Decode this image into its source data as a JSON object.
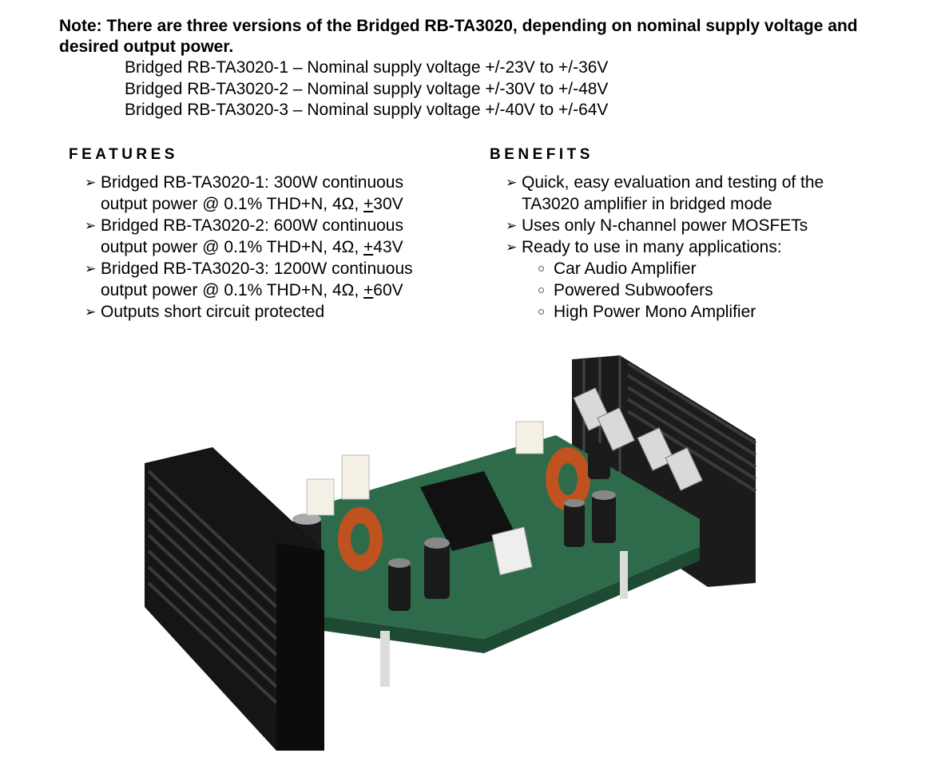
{
  "note": {
    "text": "Note:  There are three versions of the Bridged RB-TA3020, depending on nominal supply voltage and desired output power."
  },
  "versions": [
    "Bridged RB-TA3020-1 – Nominal supply voltage +/-23V to +/-36V",
    "Bridged RB-TA3020-2 – Nominal supply voltage +/-30V to +/-48V",
    "Bridged RB-TA3020-3 – Nominal supply voltage +/-40V to +/-64V"
  ],
  "features": {
    "title": "FEATURES",
    "items": [
      {
        "line1": "Bridged RB-TA3020-1: 300W continuous",
        "line2_prefix": "output power @ 0.1% THD+N, 4Ω, ",
        "pm": "+",
        "line2_suffix": "30V"
      },
      {
        "line1": "Bridged RB-TA3020-2: 600W continuous",
        "line2_prefix": "output power @ 0.1% THD+N, 4Ω, ",
        "pm": "+",
        "line2_suffix": "43V"
      },
      {
        "line1": "Bridged RB-TA3020-3: 1200W continuous",
        "line2_prefix": "output power @ 0.1% THD+N, 4Ω, ",
        "pm": "+",
        "line2_suffix": "60V"
      },
      {
        "line1": "Outputs short circuit protected"
      }
    ]
  },
  "benefits": {
    "title": "BENEFITS",
    "items": [
      {
        "line1": " Quick, easy evaluation and testing of the",
        "line2": "TA3020 amplifier in bridged mode"
      },
      {
        "line1": " Uses only N-channel power MOSFETs"
      },
      {
        "line1": " Ready to use in many applications:"
      }
    ],
    "applications": [
      "Car Audio Amplifier",
      "Powered Subwoofers",
      "High Power Mono Amplifier"
    ]
  },
  "glyphs": {
    "arrow": "➢",
    "circle": "○"
  },
  "photo": {
    "icon": "amplifier-board-photo"
  }
}
